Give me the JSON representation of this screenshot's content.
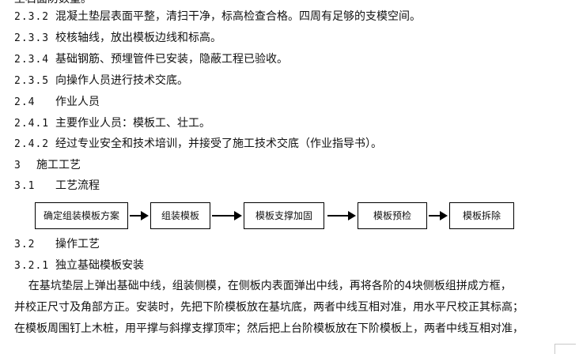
{
  "doc": {
    "cut_line": "土石面防数量。",
    "lines": [
      {
        "num": "2.3.2",
        "text": "混凝土垫层表面平整，清扫干净，标高检查合格。四周有足够的支模空间。"
      },
      {
        "num": "2.3.3",
        "text": "校核轴线，放出模板边线和标高。"
      },
      {
        "num": "2.3.4",
        "text": "基础钢筋、预埋管件已安装，隐蔽工程已验收。"
      },
      {
        "num": "2.3.5",
        "text": "向操作人员进行技术交底。"
      },
      {
        "num": "2.4",
        "text": "作业人员"
      },
      {
        "num": "2.4.1",
        "text": "主要作业人员：模板工、壮工。"
      },
      {
        "num": "2.4.2",
        "text": "经过专业安全和技术培训，并接受了施工技术交底（作业指导书）。"
      },
      {
        "num": "3",
        "text": "施工工艺"
      },
      {
        "num": "3.1",
        "text": "工艺流程"
      }
    ],
    "flow_steps": [
      "确定组装模板方案",
      "组装模板",
      "模板支撑加固",
      "模板预检",
      "模板拆除"
    ],
    "lines_after": [
      {
        "num": "3.2",
        "text": "操作工艺"
      },
      {
        "num": "3.2.1",
        "text": "独立基础模板安装"
      }
    ],
    "paragraph": [
      "    在基坑垫层上弹出基础中线，组装侧模，在侧板内表面弹出中线，再将各阶的4块侧板组拼成方框，",
      "并校正尺寸及角部方正。安装时，先把下阶模板放在基坑底，两者中线互相对准，用水平尺校正其标高；",
      "在模板周围钉上木桩，用平撑与斜撑支撑顶牢；然后把上台阶模板放在下阶模板上，两者中线互相对准，"
    ]
  }
}
